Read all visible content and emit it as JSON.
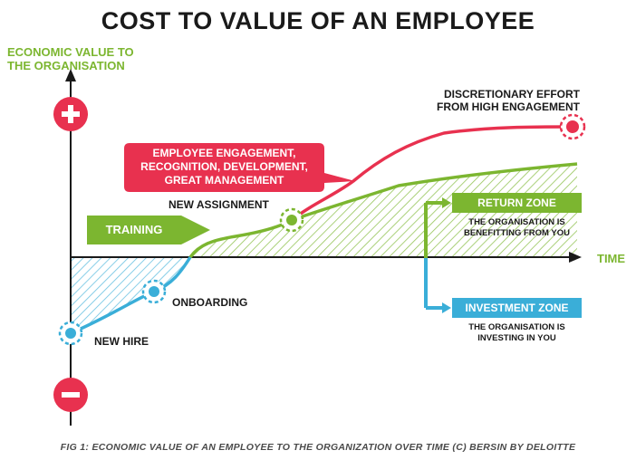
{
  "title": "COST TO VALUE OF AN EMPLOYEE",
  "y_axis_label_line1": "ECONOMIC VALUE TO",
  "y_axis_label_line2": "THE ORGANISATION",
  "x_axis_label": "TIME",
  "plus_symbol": "+",
  "minus_symbol": "−",
  "milestones": {
    "new_hire": "NEW HIRE",
    "onboarding": "ONBOARDING",
    "training": "TRAINING",
    "new_assignment": "NEW ASSIGNMENT",
    "engagement_line1": "EMPLOYEE ENGAGEMENT,",
    "engagement_line2": "RECOGNITION, DEVELOPMENT,",
    "engagement_line3": "GREAT MANAGEMENT",
    "discretionary_line1": "DISCRETIONARY EFFORT",
    "discretionary_line2": "FROM HIGH ENGAGEMENT"
  },
  "zones": {
    "return_title": "RETURN ZONE",
    "return_desc_line1": "THE ORGANISATION IS",
    "return_desc_line2": "BENEFITTING FROM YOU",
    "investment_title": "INVESTMENT ZONE",
    "investment_desc_line1": "THE ORGANISATION IS",
    "investment_desc_line2": "INVESTING IN YOU"
  },
  "caption": "FIG 1: ECONOMIC VALUE OF AN EMPLOYEE TO THE ORGANIZATION OVER TIME (C) BERSIN BY DELOITTE",
  "colors": {
    "green": "#7cb630",
    "red": "#e8314f",
    "blue": "#3aaed8",
    "dark": "#1a1a1a"
  }
}
